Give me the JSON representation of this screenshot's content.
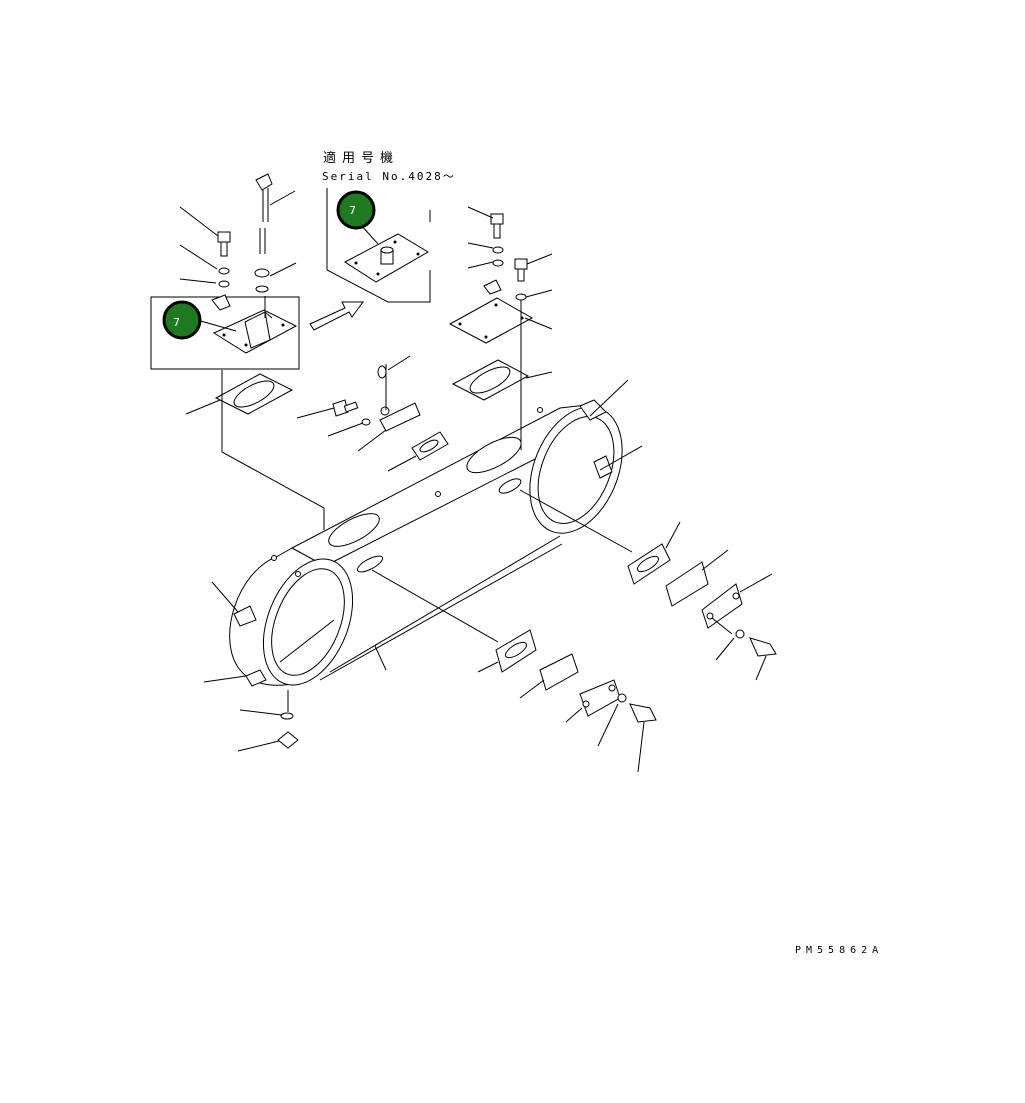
{
  "note": {
    "applicable_label": "適用号機",
    "serial": "Serial No.4028～"
  },
  "callouts": [
    {
      "label": "7",
      "color": "#1e7a1e",
      "ring": "#000000"
    },
    {
      "label": "7",
      "color": "#1e7a1e",
      "ring": "#000000"
    }
  ],
  "drawing_id": "PM55862A"
}
